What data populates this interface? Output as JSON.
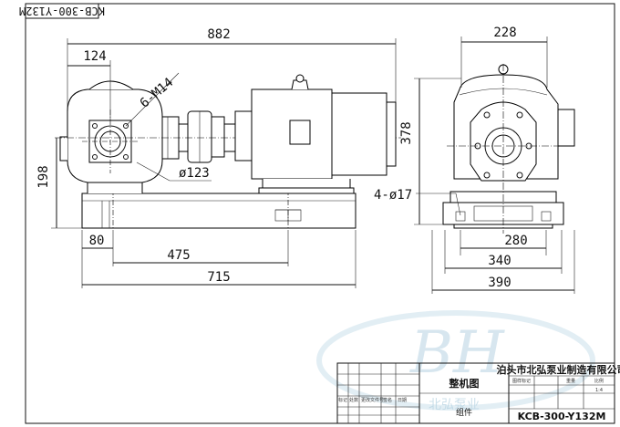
{
  "drawing_code_corner": "KCB-300-Y132M",
  "dimensions": {
    "overall_length": "882",
    "flange_offset": "124",
    "bolt_spec": "6-M14",
    "flange_dia": "ø123",
    "center_height": "198",
    "base_offset": "80",
    "hole_spacing_long": "475",
    "base_length": "715",
    "side_width_top": "228",
    "side_height": "378",
    "anchor_holes": "4-ø17",
    "side_hole_spacing_280": "280",
    "side_hole_spacing_340": "340",
    "side_base_width": "390"
  },
  "title_block": {
    "company": "泊头市北弘泵业制造有限公司",
    "drawing_title": "整机图",
    "group_label": "组件",
    "model_code": "KCB-300-Y132M",
    "scale": "1:4",
    "row_labels": [
      "标记",
      "处数",
      "更改文件号",
      "签名",
      "日期"
    ],
    "col_small": [
      "图样标记",
      "重量",
      "比例"
    ]
  },
  "watermark": {
    "letters": "BH",
    "subtitle": "北弘泵业"
  }
}
